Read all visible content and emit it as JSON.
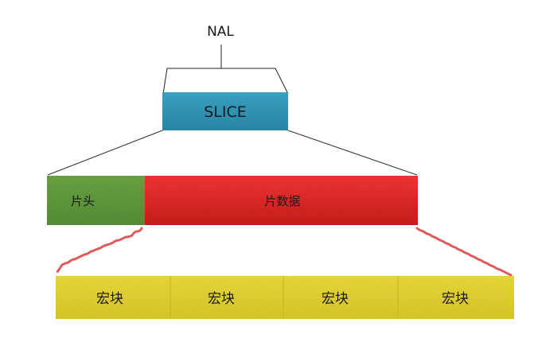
{
  "nal": {
    "label": "NAL"
  },
  "slice": {
    "label": "SLICE",
    "color": "#2f95b5"
  },
  "header": {
    "label": "片头",
    "color": "#5f9b3c"
  },
  "data": {
    "label": "片数据",
    "color": "#e02626"
  },
  "macroblocks": [
    {
      "label": "宏块"
    },
    {
      "label": "宏块"
    },
    {
      "label": "宏块"
    },
    {
      "label": "宏块"
    }
  ],
  "macroblock_color": "#e3d232",
  "connector_color": "#e05a5a"
}
